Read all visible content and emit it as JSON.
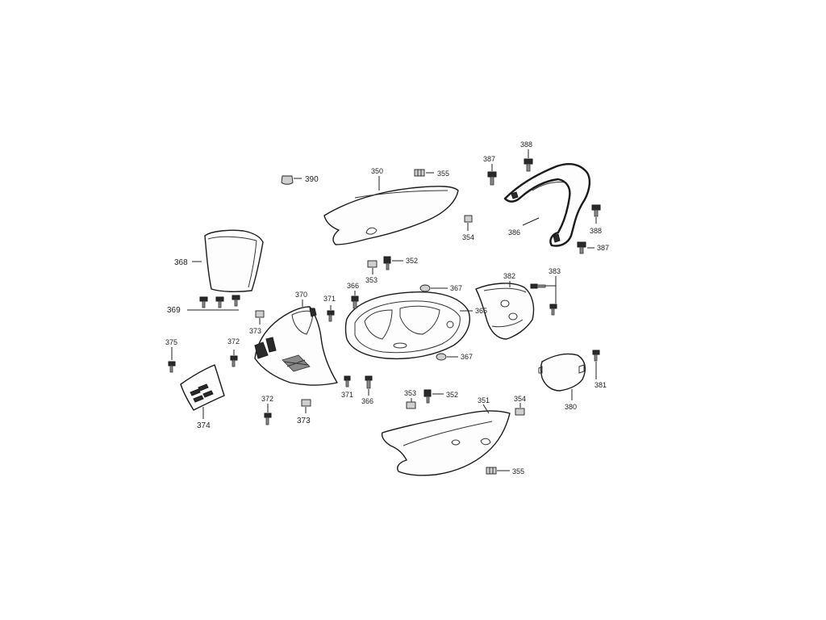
{
  "diagram": {
    "callouts": {
      "c350": "350",
      "c355a": "355",
      "c390": "390",
      "c387a": "387",
      "c388a": "388",
      "c388b": "388",
      "c387b": "387",
      "c386": "386",
      "c354a": "354",
      "c352a": "352",
      "c353a": "353",
      "c368": "368",
      "c369": "369",
      "c367a": "367",
      "c365": "365",
      "c382": "382",
      "c383": "383",
      "c366a": "366",
      "c370": "370",
      "c371a": "371",
      "c373a": "373",
      "c375": "375",
      "c372a": "372",
      "c367b": "367",
      "c381": "381",
      "c380": "380",
      "c371b": "371",
      "c366b": "366",
      "c353b": "353",
      "c352b": "352",
      "c351": "351",
      "c354b": "354",
      "c372b": "372",
      "c373b": "373",
      "c374": "374",
      "c355b": "355"
    }
  }
}
